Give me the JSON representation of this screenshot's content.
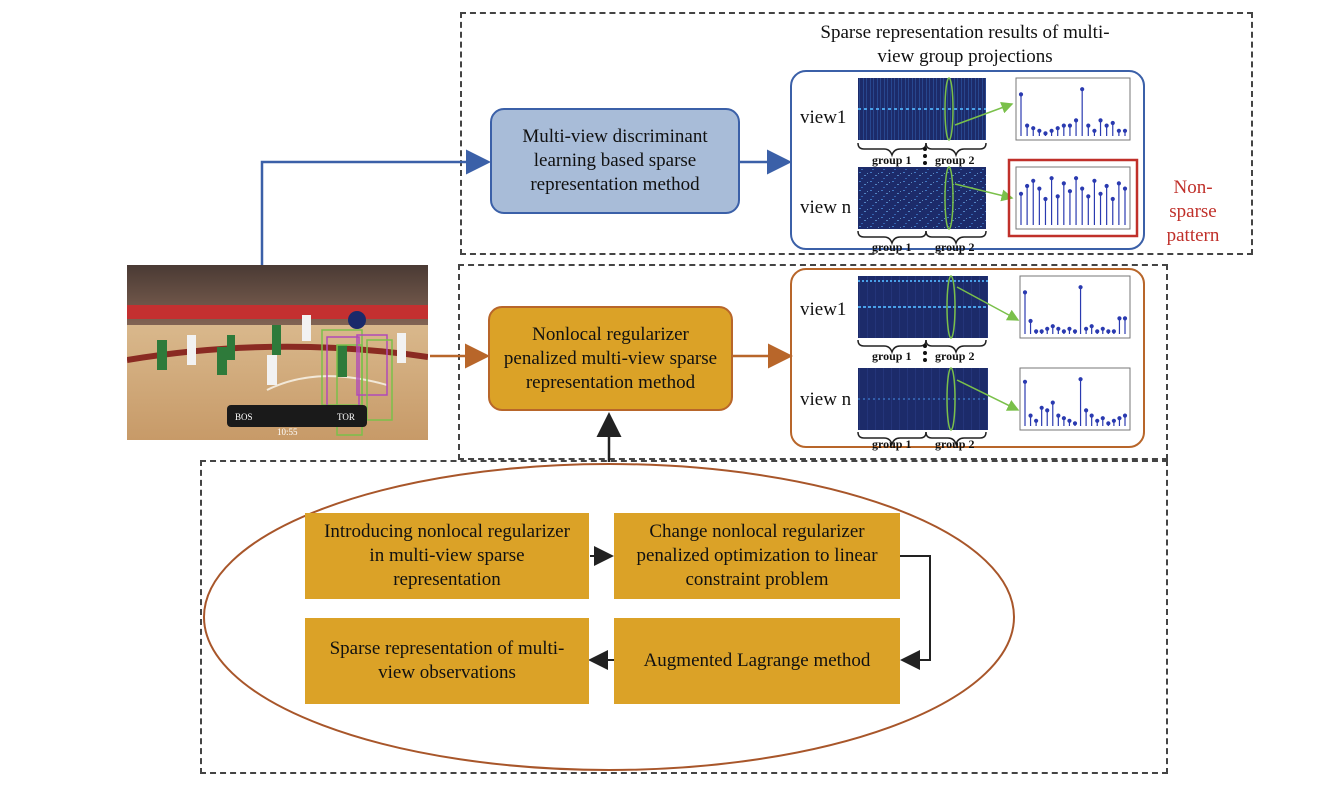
{
  "results_title": "Sparse representation results of multi-view group projections",
  "top_method": "Multi-view discriminant learning based sparse representation method",
  "middle_method": "Nonlocal regularizer penalized multi-view sparse representation method",
  "view1": "view1",
  "viewn": "view n",
  "group1": "group 1",
  "group2": "group 2",
  "non_sparse_label": "Non- sparse pattern",
  "steps": [
    "Introducing nonlocal regularizer in multi-view sparse representation",
    "Change nonlocal regularizer penalized optimization to linear constraint problem",
    "Augmented Lagrange method",
    "Sparse representation of multi-view observations"
  ],
  "scoreboard": {
    "home": "BOS",
    "away": "TOR",
    "clock": "10:55"
  },
  "colors": {
    "blue_box": "#a8bcd8",
    "orange_box": "#dba227",
    "blue_line": "#3b60a8",
    "orange_line": "#b8662a",
    "red": "#c0302a"
  }
}
